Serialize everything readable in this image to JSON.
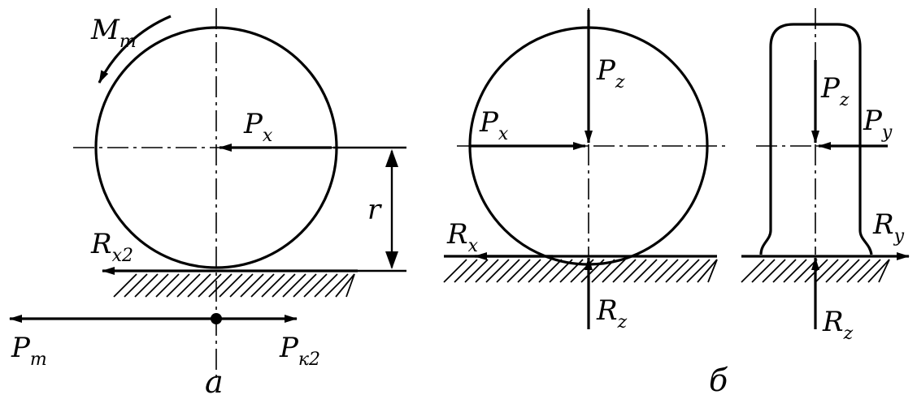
{
  "labels": {
    "moment": {
      "main": "M",
      "sub": "т"
    },
    "a_px": {
      "main": "P",
      "sub": "x"
    },
    "radius": {
      "main": "r"
    },
    "a_rx2": {
      "main": "R",
      "sub": "x2"
    },
    "a_pt": {
      "main": "P",
      "sub": "т"
    },
    "a_pk2": {
      "main": "P",
      "sub": "к2"
    },
    "b_pz": {
      "main": "P",
      "sub": "z"
    },
    "b_px": {
      "main": "P",
      "sub": "x"
    },
    "b_rx": {
      "main": "R",
      "sub": "x"
    },
    "b_rz": {
      "main": "R",
      "sub": "z"
    },
    "c_pz": {
      "main": "P",
      "sub": "z"
    },
    "c_py": {
      "main": "P",
      "sub": "y"
    },
    "c_ry": {
      "main": "R",
      "sub": "y"
    },
    "c_rz": {
      "main": "R",
      "sub": "z"
    }
  },
  "captions": {
    "a": "а",
    "b": "б"
  }
}
